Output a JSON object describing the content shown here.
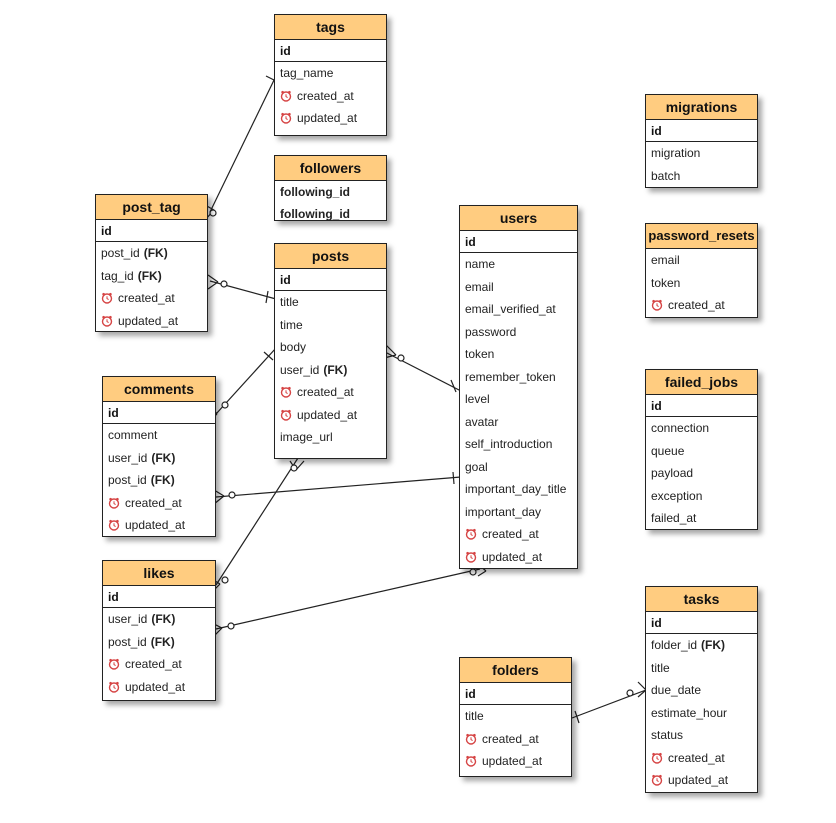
{
  "entities": {
    "tags": {
      "title": "tags",
      "pk": "id",
      "fields": [
        "tag_name",
        "created_at",
        "updated_at"
      ]
    },
    "followers": {
      "title": "followers",
      "fields": [
        "following_id",
        "following_id"
      ]
    },
    "post_tag": {
      "title": "post_tag",
      "pk": "id",
      "fields": [
        "post_id",
        "(FK)",
        "tag_id",
        "(FK)",
        "created_at",
        "updated_at"
      ]
    },
    "posts": {
      "title": "posts",
      "pk": "id",
      "fields": [
        "title",
        "time",
        "body",
        "user_id",
        "(FK)",
        "created_at",
        "updated_at",
        "image_url"
      ]
    },
    "users": {
      "title": "users",
      "pk": "id",
      "fields": [
        "name",
        "email",
        "email_verified_at",
        "password",
        "token",
        "remember_token",
        "level",
        "avatar",
        "self_introduction",
        "goal",
        "important_day_title",
        "important_day",
        "created_at",
        "updated_at"
      ]
    },
    "comments": {
      "title": "comments",
      "pk": "id",
      "fields": [
        "comment",
        "user_id",
        "(FK)",
        "post_id",
        "(FK)",
        "created_at",
        "updated_at"
      ]
    },
    "likes": {
      "title": "likes",
      "pk": "id",
      "fields": [
        "user_id",
        "(FK)",
        "post_id",
        "(FK)",
        "created_at",
        "updated_at"
      ]
    },
    "migrations": {
      "title": "migrations",
      "pk": "id",
      "fields": [
        "migration",
        "batch"
      ]
    },
    "password_resets": {
      "title": "password_resets",
      "fields": [
        "email",
        "token",
        "created_at"
      ]
    },
    "failed_jobs": {
      "title": "failed_jobs",
      "pk": "id",
      "fields": [
        "connection",
        "queue",
        "payload",
        "exception",
        "failed_at"
      ]
    },
    "tasks": {
      "title": "tasks",
      "pk": "id",
      "fields": [
        "folder_id",
        "(FK)",
        "title",
        "due_date",
        "estimate_hour",
        "status",
        "created_at",
        "updated_at"
      ]
    },
    "folders": {
      "title": "folders",
      "pk": "id",
      "fields": [
        "title",
        "created_at",
        "updated_at"
      ]
    }
  },
  "colors": {
    "header": "#ffcc80",
    "border": "#222222",
    "icon": "#d64545"
  },
  "icons": {
    "timestamp": "clock-icon"
  }
}
